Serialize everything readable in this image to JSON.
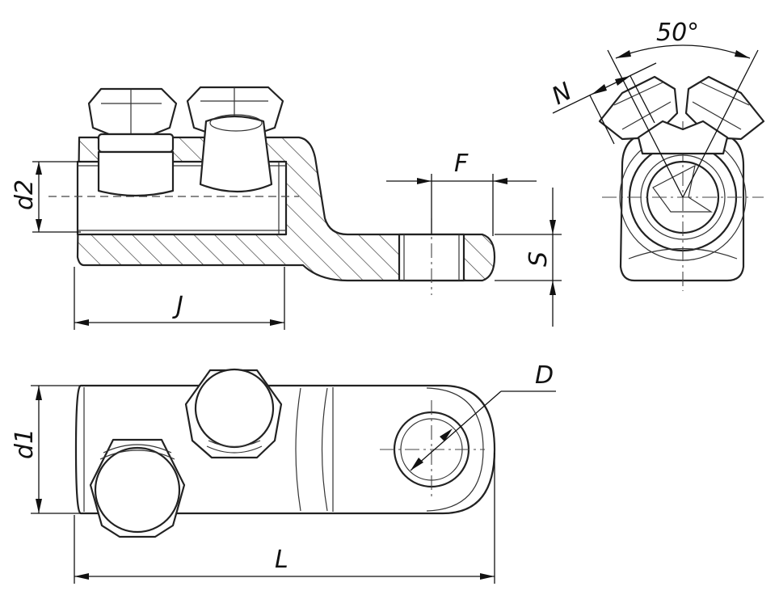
{
  "labels": {
    "d2": "d2",
    "F": "F",
    "S": "S",
    "J": "J",
    "N": "N",
    "angle": "50°",
    "D": "D",
    "d1": "d1",
    "L": "L"
  }
}
